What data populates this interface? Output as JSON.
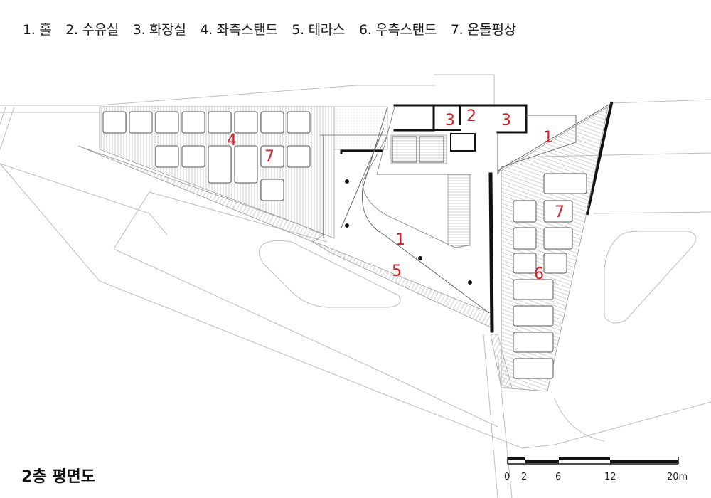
{
  "legend": [
    {
      "no": "1",
      "name": "홀"
    },
    {
      "no": "2",
      "name": "수유실"
    },
    {
      "no": "3",
      "name": "화장실"
    },
    {
      "no": "4",
      "name": "좌측스탠드"
    },
    {
      "no": "5",
      "name": "테라스"
    },
    {
      "no": "6",
      "name": "우측스탠드"
    },
    {
      "no": "7",
      "name": "온돌평상"
    }
  ],
  "title": "2층 평면도",
  "room_labels": [
    "1",
    "2",
    "3",
    "3",
    "4",
    "7",
    "1",
    "7",
    "5",
    "6"
  ],
  "scale": {
    "ticks": [
      "0",
      "2",
      "6",
      "12",
      "20m"
    ]
  },
  "colors": {
    "label": "#d61f26",
    "line": "#1a1a1a"
  }
}
